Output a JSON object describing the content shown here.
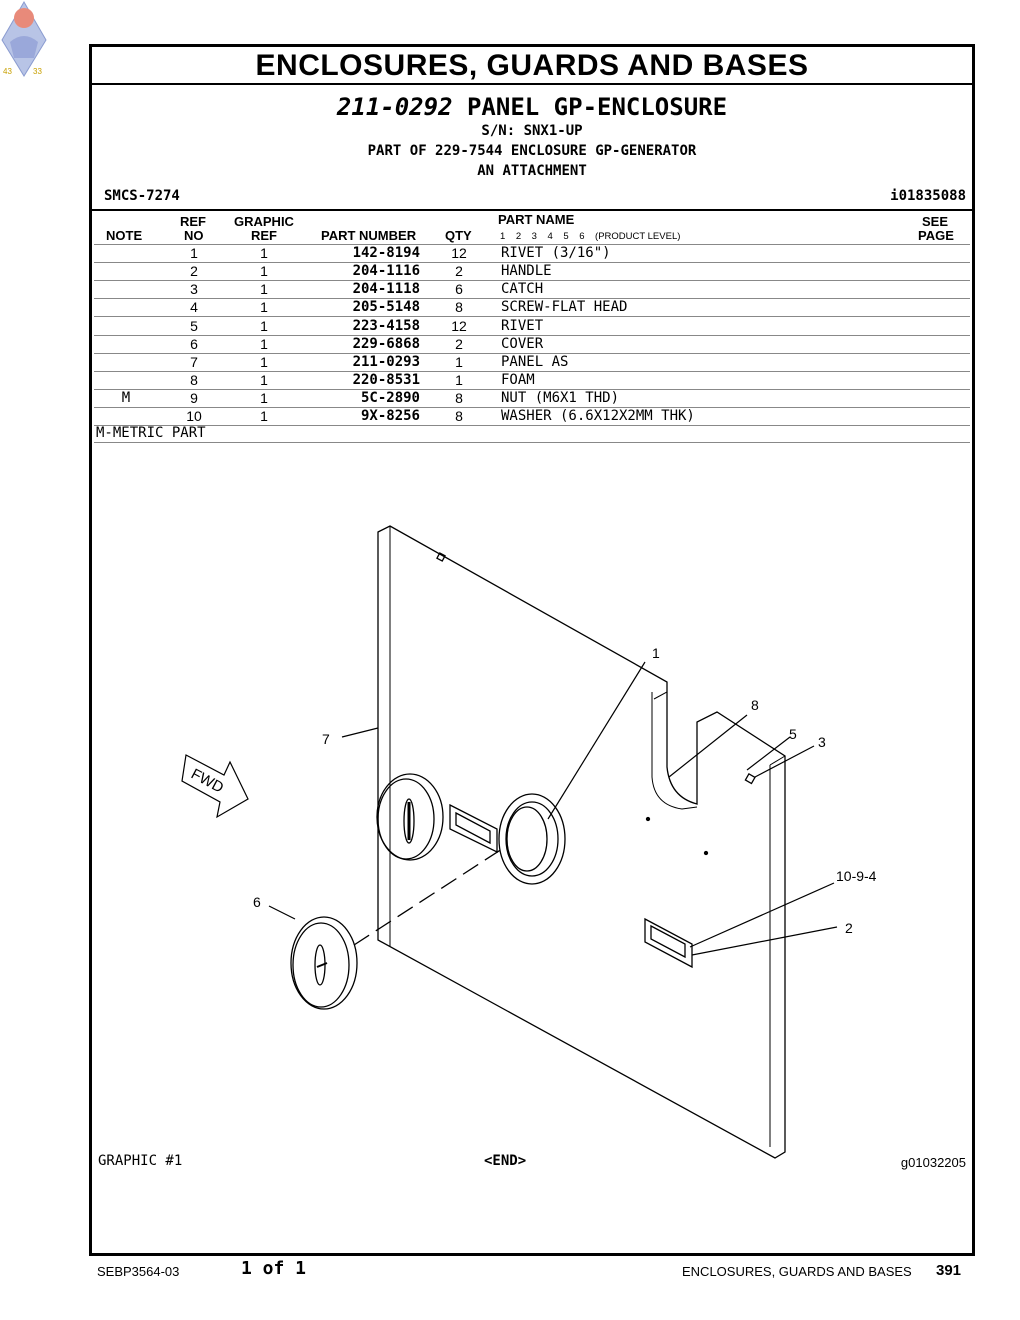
{
  "logo": {
    "left_number": "43",
    "right_number": "33"
  },
  "doc_title": "ENCLOSURES, GUARDS AND BASES",
  "part": {
    "number": "211-0292",
    "name": "PANEL GP-ENCLOSURE",
    "serial": "S/N: SNX1-UP",
    "part_of": "PART OF 229-7544 ENCLOSURE GP-GENERATOR",
    "attachment": "AN ATTACHMENT"
  },
  "smcs": "SMCS-7274",
  "illustration_id": "i01835088",
  "table": {
    "headers": {
      "note": "NOTE",
      "ref_top": "REF",
      "ref_bottom": "NO",
      "graphic_top": "GRAPHIC",
      "graphic_bottom": "REF",
      "part_number": "PART NUMBER",
      "qty": "QTY",
      "part_name": "PART NAME",
      "levels": "1    2    3    4    5    6    (PRODUCT LEVEL)",
      "see_top": "SEE",
      "see_bottom": "PAGE"
    },
    "rows": [
      {
        "note": "",
        "ref": "1",
        "graphic": "1",
        "pn": "142-8194",
        "qty": "12",
        "name": "RIVET (3/16\")"
      },
      {
        "note": "",
        "ref": "2",
        "graphic": "1",
        "pn": "204-1116",
        "qty": "2",
        "name": "HANDLE"
      },
      {
        "note": "",
        "ref": "3",
        "graphic": "1",
        "pn": "204-1118",
        "qty": "6",
        "name": "CATCH"
      },
      {
        "note": "",
        "ref": "4",
        "graphic": "1",
        "pn": "205-5148",
        "qty": "8",
        "name": "SCREW-FLAT HEAD"
      },
      {
        "note": "",
        "ref": "5",
        "graphic": "1",
        "pn": "223-4158",
        "qty": "12",
        "name": "RIVET"
      },
      {
        "note": "",
        "ref": "6",
        "graphic": "1",
        "pn": "229-6868",
        "qty": "2",
        "name": "COVER"
      },
      {
        "note": "",
        "ref": "7",
        "graphic": "1",
        "pn": "211-0293",
        "qty": "1",
        "name": "PANEL AS"
      },
      {
        "note": "",
        "ref": "8",
        "graphic": "1",
        "pn": "220-8531",
        "qty": "1",
        "name": "FOAM"
      },
      {
        "note": "M",
        "ref": "9",
        "graphic": "1",
        "pn": "5C-2890",
        "qty": "8",
        "name": "NUT (M6X1 THD)"
      },
      {
        "note": "",
        "ref": "10",
        "graphic": "1",
        "pn": "9X-8256",
        "qty": "8",
        "name": "WASHER (6.6X12X2MM THK)"
      }
    ],
    "footnote": "M-METRIC PART"
  },
  "diagram": {
    "fwd_label": "FWD",
    "callouts": [
      "1",
      "8",
      "5",
      "3",
      "7",
      "10-9-4",
      "2",
      "6"
    ]
  },
  "graphic_label": "GRAPHIC #1",
  "end_label": "<END>",
  "graphic_id": "g01032205",
  "footer": {
    "doc_number": "SEBP3564-03",
    "page_of": "1 of 1",
    "section": "ENCLOSURES, GUARDS AND BASES",
    "page_number": "391"
  }
}
